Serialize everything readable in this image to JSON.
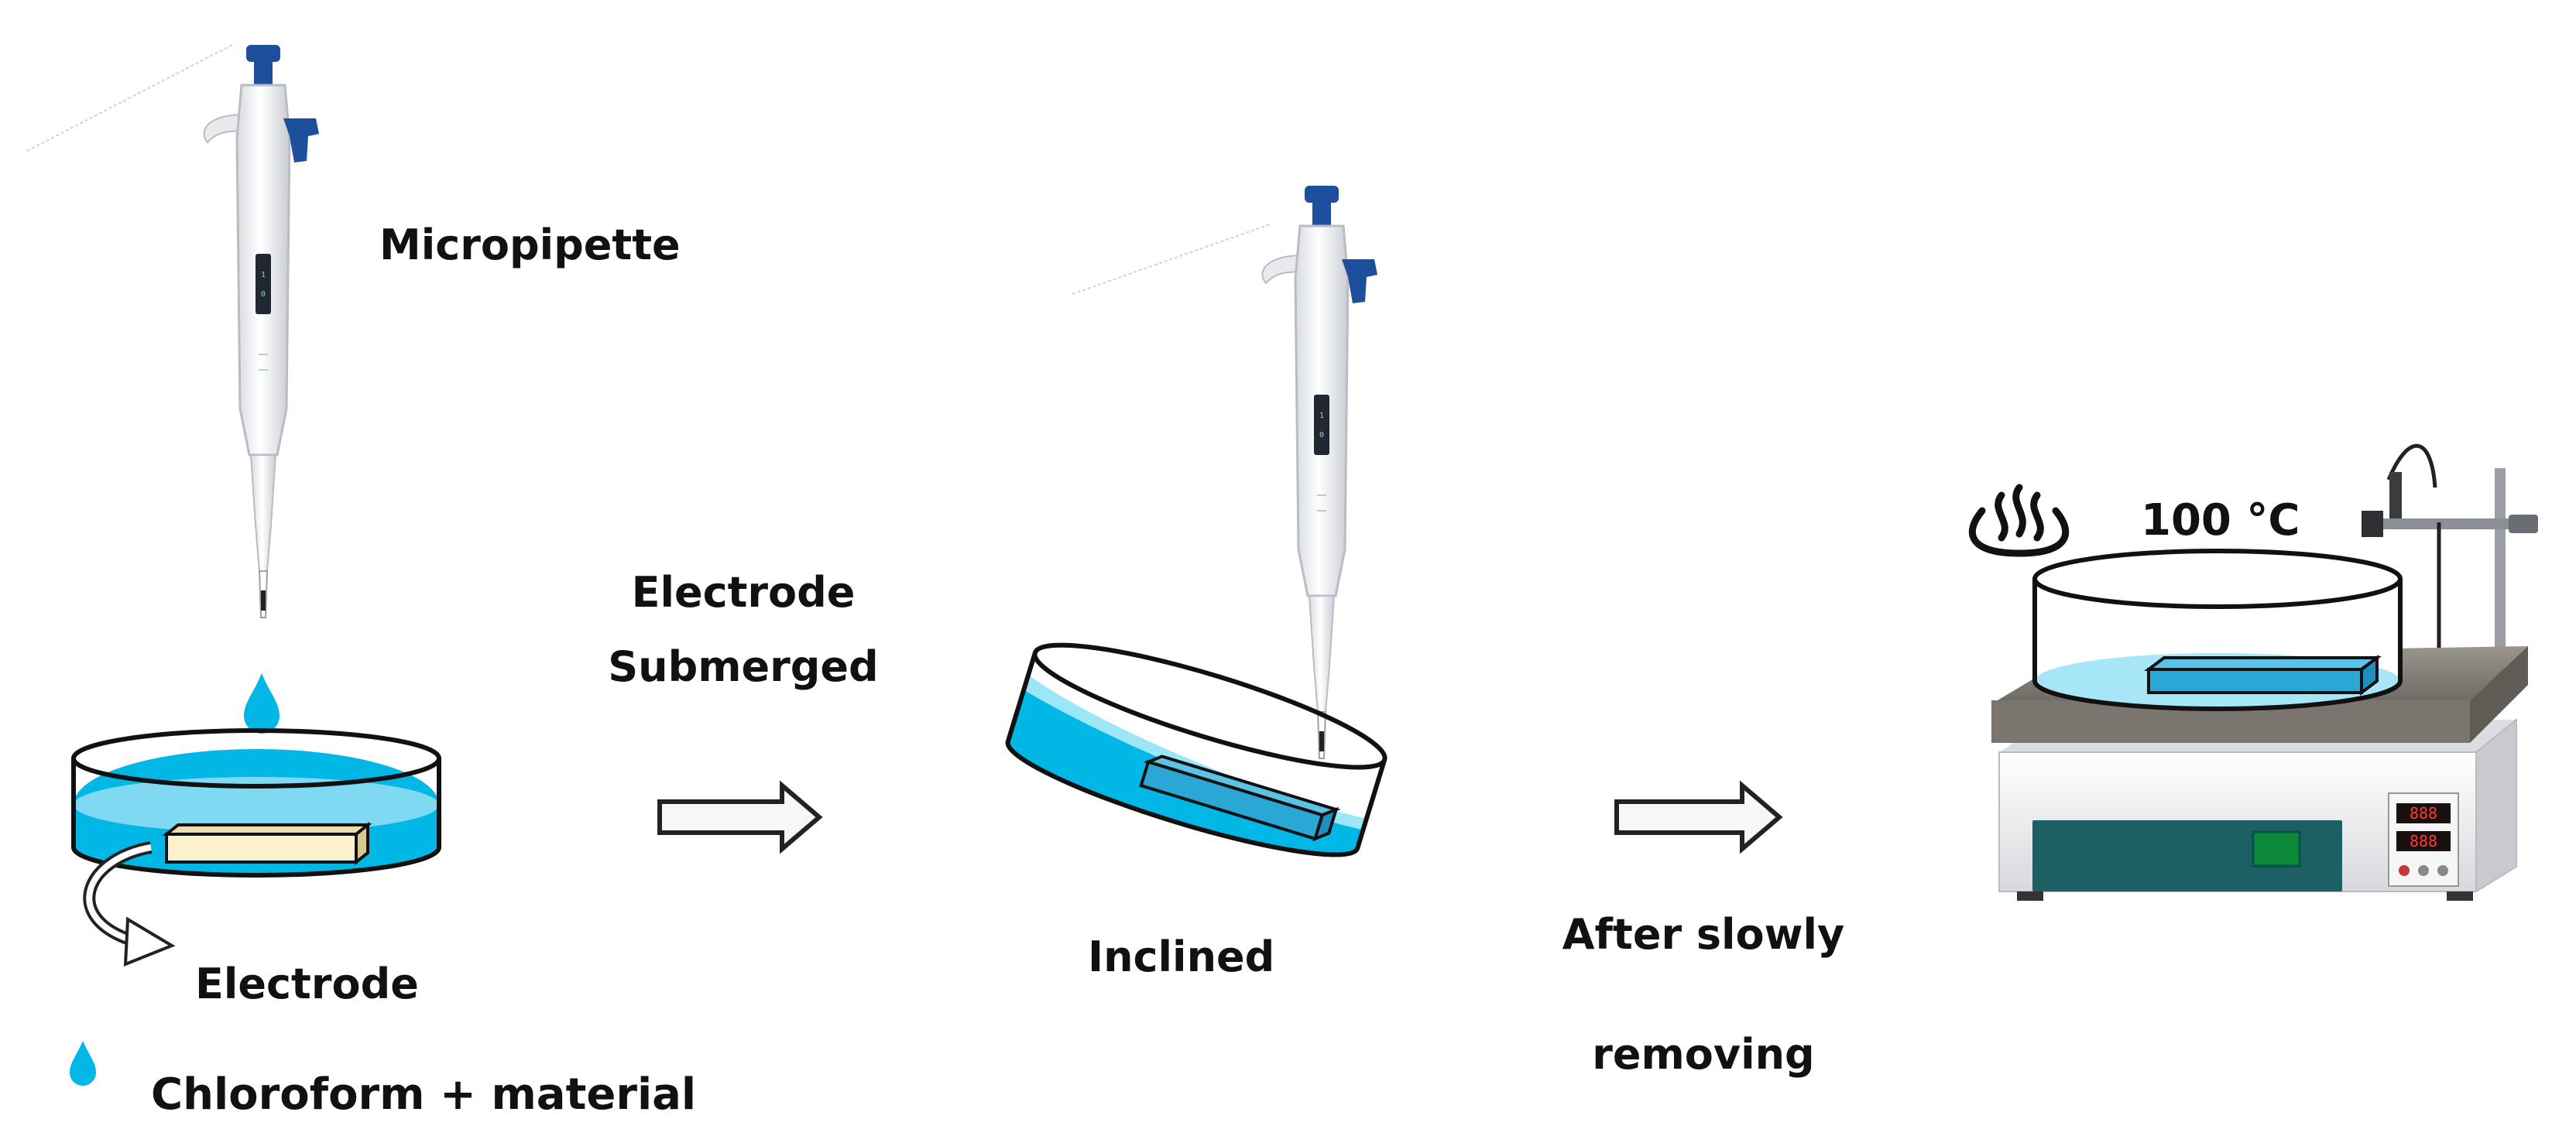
{
  "labels": {
    "micropipette": "Micropipette",
    "electrode": "Electrode",
    "chloroform_material": "Chloroform + material",
    "electrode_submerged_line1": "Electrode",
    "electrode_submerged_line2": "Submerged",
    "inclined": "Inclined",
    "after_slowly_line1": "After slowly",
    "after_slowly_line2": "removing",
    "temperature": "100 °C",
    "hotplate_display_1": "888",
    "hotplate_display_2": "888"
  },
  "colors": {
    "liquid": "#00b7e6",
    "liquid_light": "#9be6f7",
    "electrode_fill": "#fbf1cf",
    "electrode_blue": "#2ba7d6",
    "pipette_blue": "#1d4f9c",
    "pipette_body": "#f3f4f6",
    "hotplate_body": "#f0f0f2",
    "hotplate_top": "#8a8680",
    "hotplate_panel": "#1d5f63",
    "outline": "#111111"
  },
  "icons": {
    "drop": "drop-icon",
    "heat": "heat-icon",
    "arrow": "arrow-right-icon"
  }
}
